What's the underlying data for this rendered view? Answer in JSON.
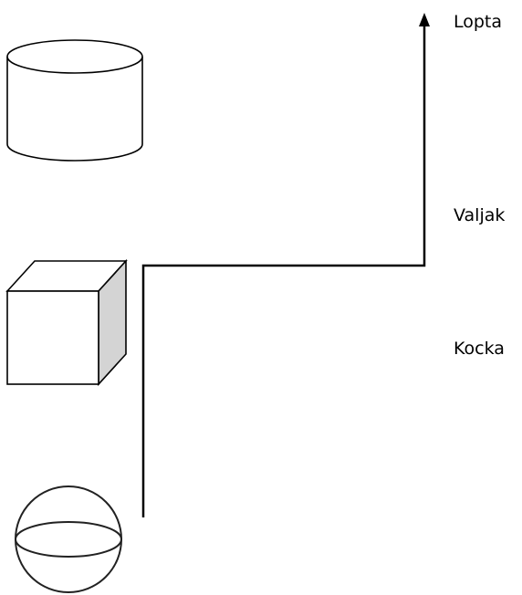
{
  "labels": {
    "top": "Lopta",
    "middle": "Valjak",
    "bottom": "Kocka"
  },
  "colors": {
    "stroke": "#000000",
    "cube_shade": "#d4d4d4",
    "background": "#ffffff"
  }
}
